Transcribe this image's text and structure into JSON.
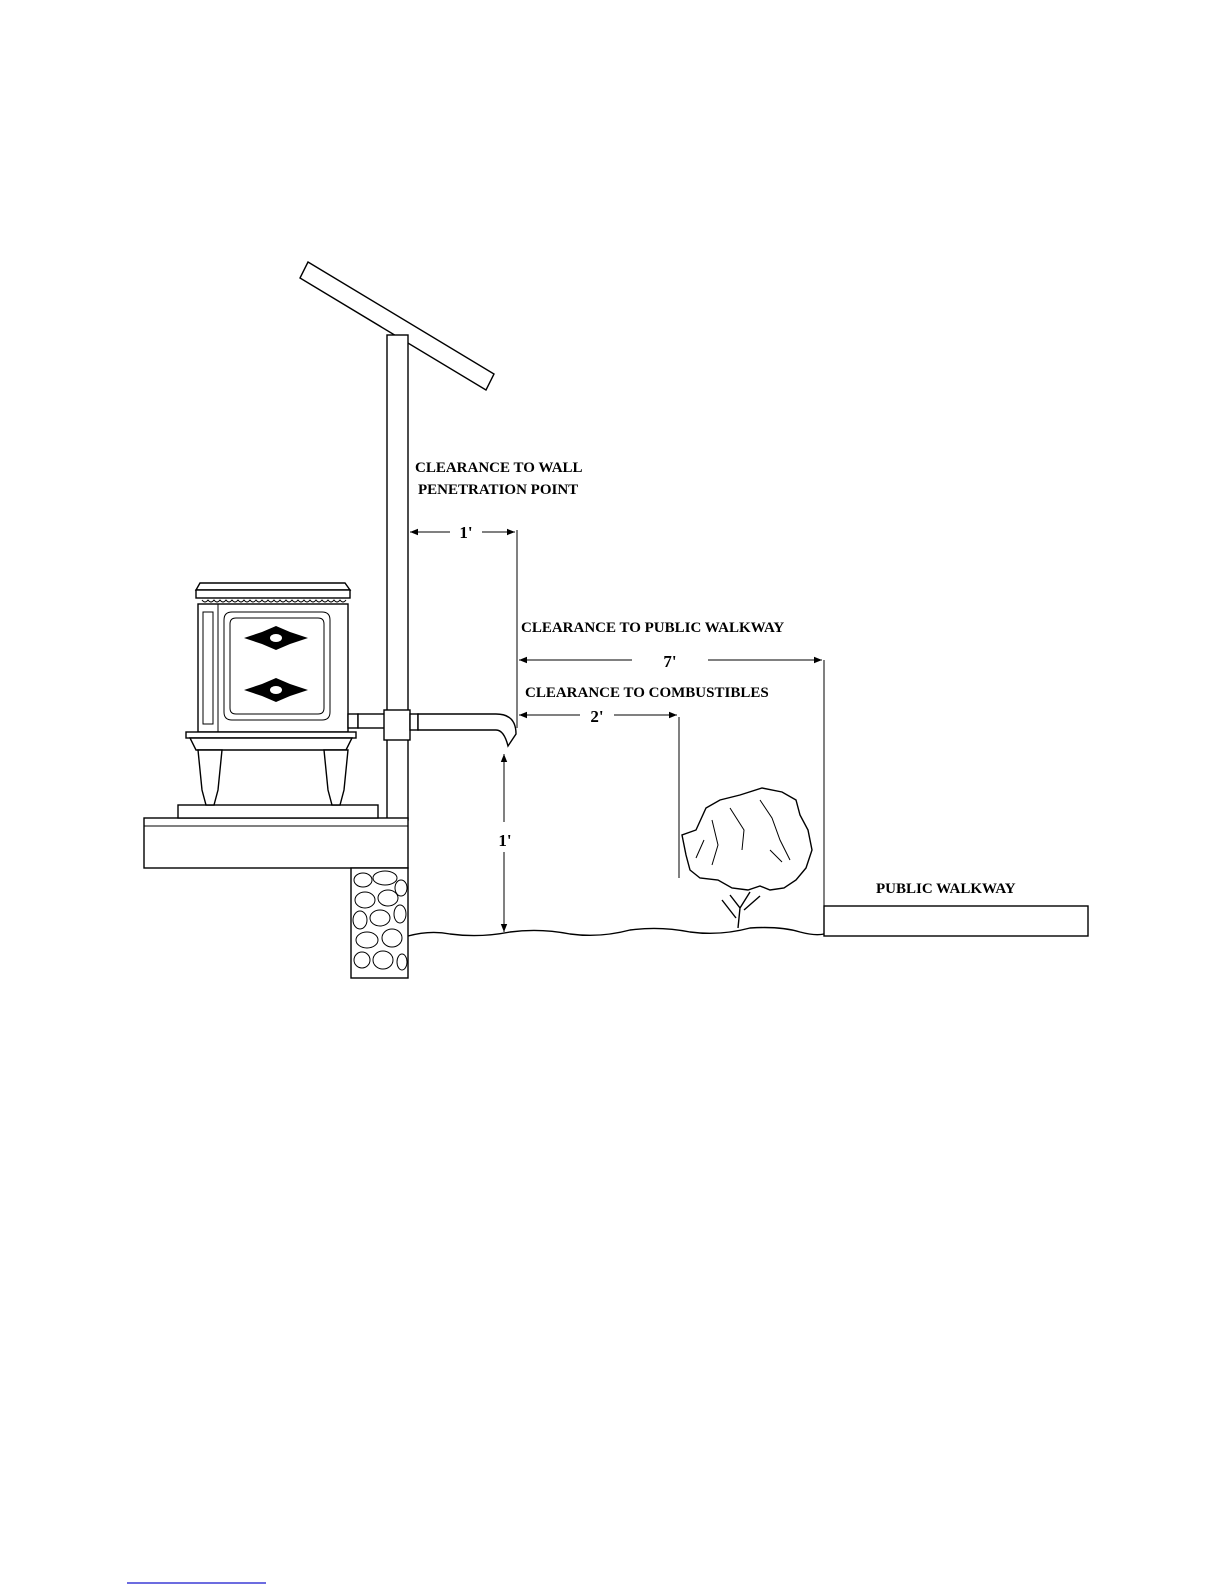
{
  "labels": {
    "wall_clearance_line1": "CLEARANCE TO WALL",
    "wall_clearance_line2": "PENETRATION POINT",
    "walkway_clearance": "CLEARANCE TO PUBLIC WALKWAY",
    "combustibles_clearance": "CLEARANCE TO COMBUSTIBLES",
    "public_walkway": "PUBLIC WALKWAY"
  },
  "dimensions": {
    "wall_to_vent": "1'",
    "vent_to_walkway": "7'",
    "vent_to_combustibles": "2'",
    "vent_above_grade": "1'"
  }
}
